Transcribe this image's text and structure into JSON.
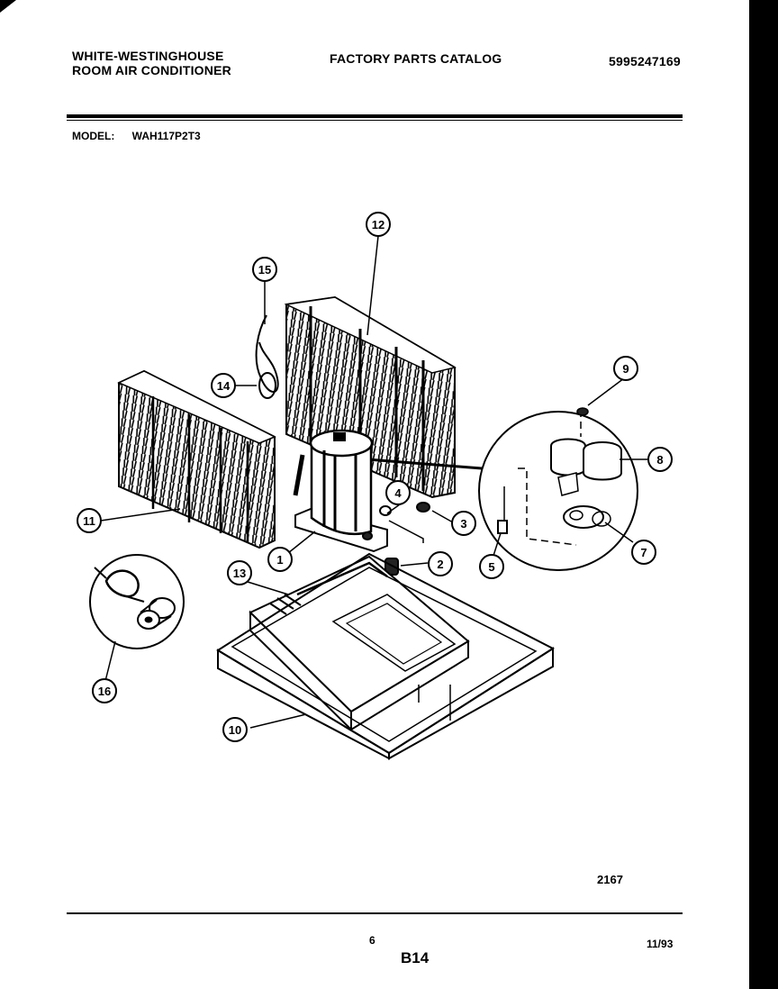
{
  "header": {
    "brand_line1": "WHITE-WESTINGHOUSE",
    "brand_line2": "ROOM AIR CONDITIONER",
    "catalog_title": "FACTORY PARTS CATALOG",
    "part_number": "5995247169"
  },
  "model": {
    "label": "MODEL:",
    "value": "WAH117P2T3"
  },
  "callouts": [
    "1",
    "2",
    "3",
    "4",
    "5",
    "7",
    "8",
    "9",
    "10",
    "11",
    "12",
    "13",
    "14",
    "15",
    "16"
  ],
  "footer": {
    "drawing_number": "2167",
    "page_number": "6",
    "section": "B14",
    "date": "11/93"
  }
}
